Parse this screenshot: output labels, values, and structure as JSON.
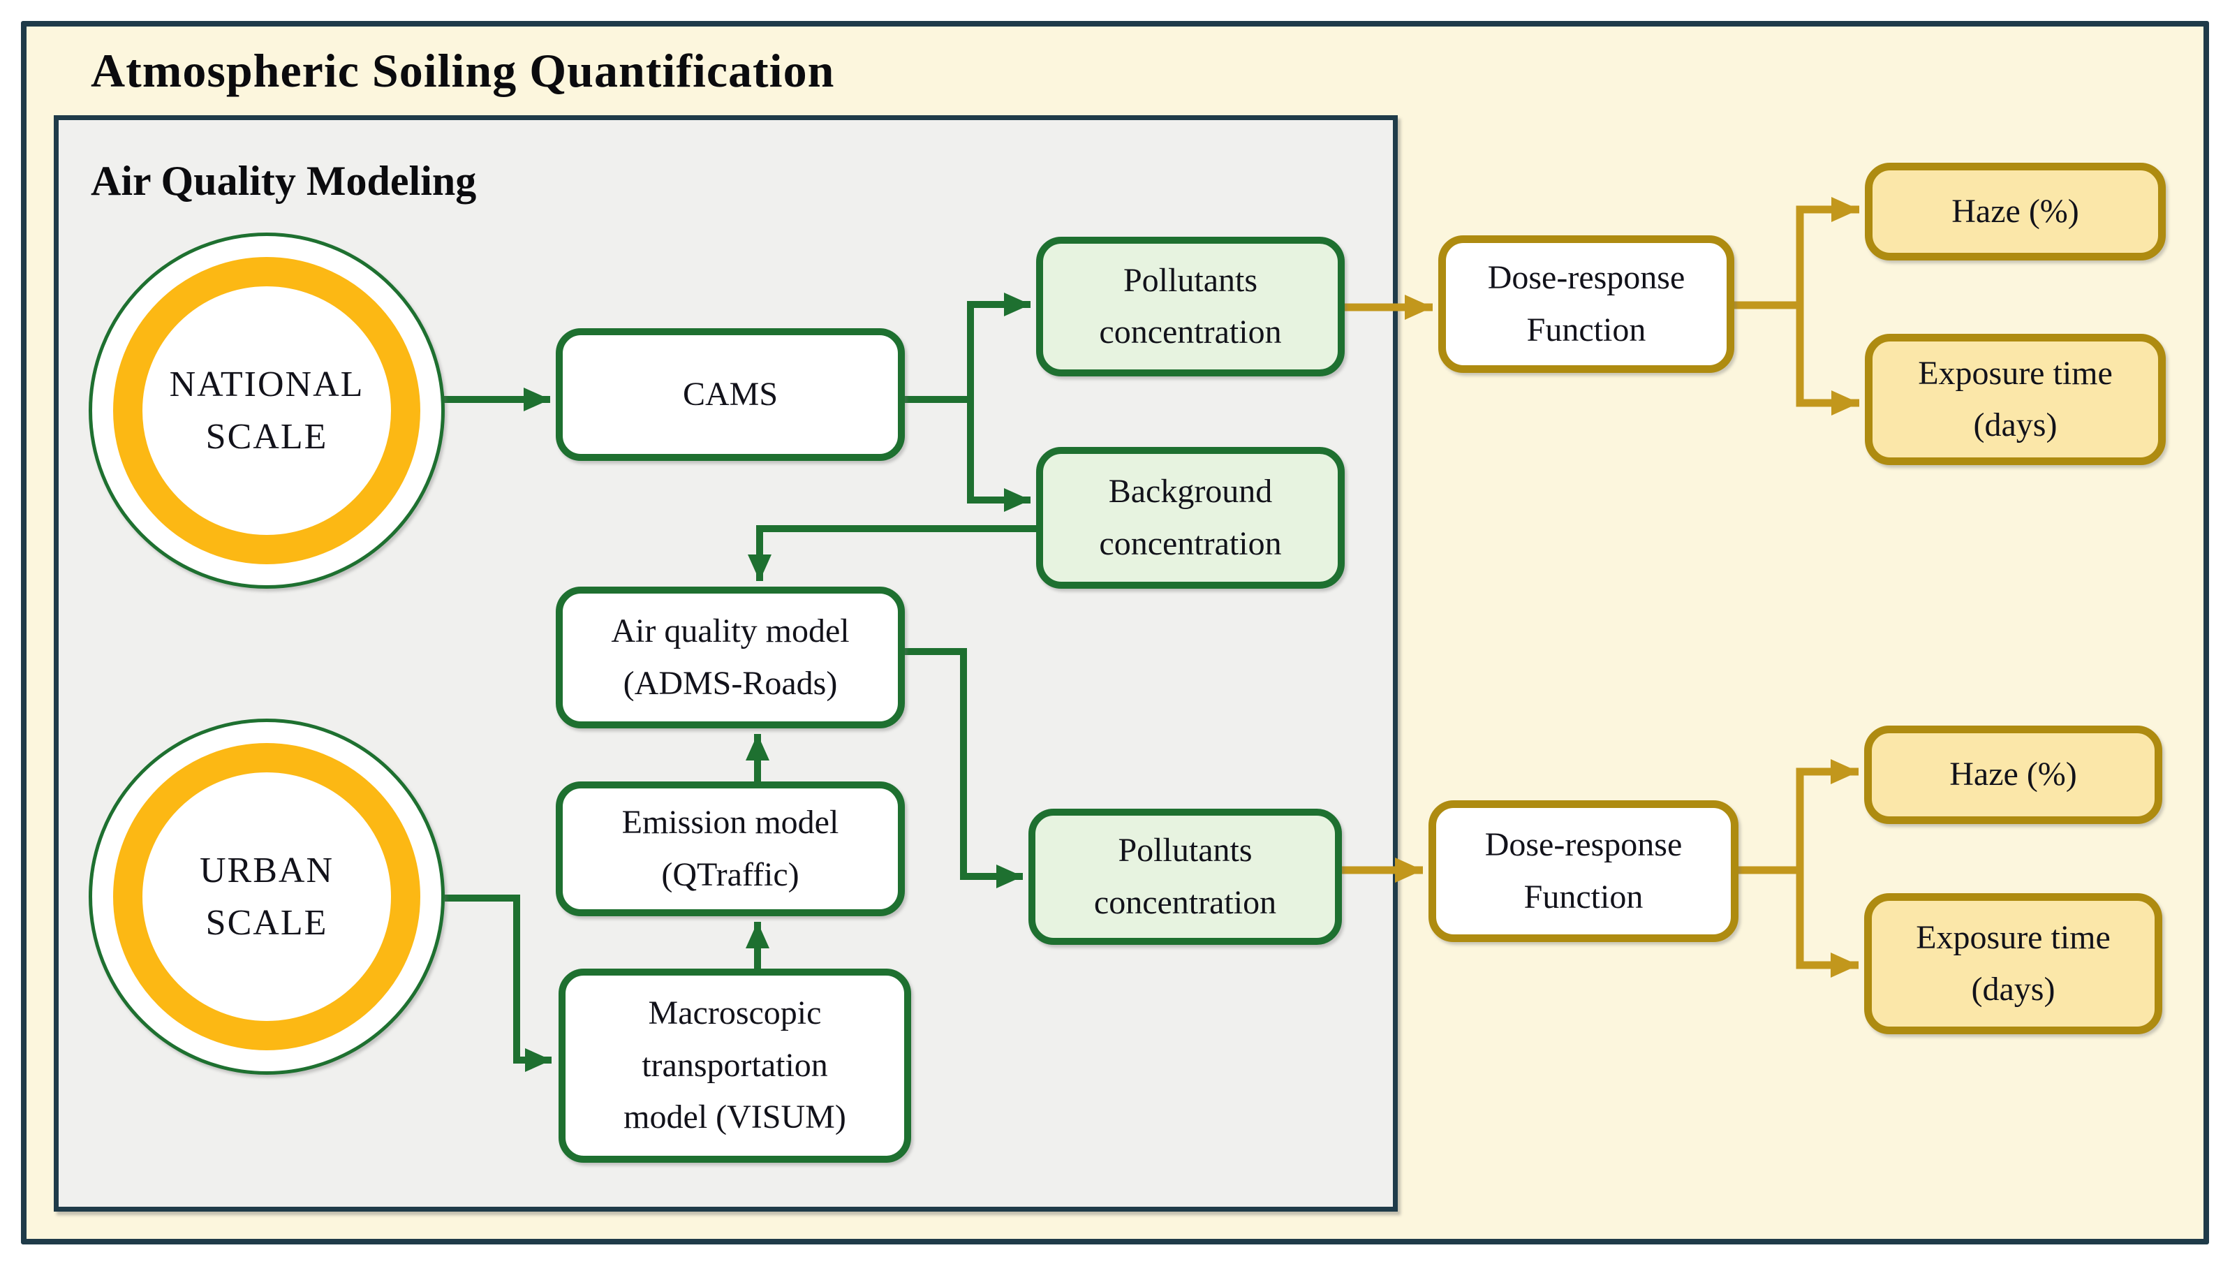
{
  "title": "Atmospheric Soiling Quantification",
  "inner_panel": {
    "title": "Air Quality Modeling"
  },
  "nodes": {
    "national": {
      "line1": "NATIONAL",
      "line2": "SCALE"
    },
    "urban": {
      "line1": "URBAN",
      "line2": "SCALE"
    },
    "cams": {
      "label": "CAMS"
    },
    "pollutants_national": {
      "line1": "Pollutants",
      "line2": "concentration"
    },
    "background": {
      "line1": "Background",
      "line2": "concentration"
    },
    "aqm": {
      "line1": "Air quality model",
      "line2": "(ADMS-Roads)"
    },
    "emission": {
      "line1": "Emission model",
      "line2": "(QTraffic)"
    },
    "macro": {
      "line1": "Macroscopic",
      "line2": "transportation",
      "line3": "model (VISUM)"
    },
    "pollutants_urban": {
      "line1": "Pollutants",
      "line2": "concentration"
    },
    "dose_national": {
      "line1": "Dose-response",
      "line2": "Function"
    },
    "dose_urban": {
      "line1": "Dose-response",
      "line2": "Function"
    },
    "haze_national": {
      "label": "Haze (%)"
    },
    "exposure_national": {
      "line1": "Exposure time",
      "line2": "(days)"
    },
    "haze_urban": {
      "label": "Haze (%)"
    },
    "exposure_urban": {
      "line1": "Exposure time",
      "line2": "(days)"
    }
  },
  "colors": {
    "outline_navy": "#1F3B49",
    "cream_background": "#FCF6DD",
    "gray_panel": "#F0F0EE",
    "green_stroke": "#1E7030",
    "green_fill": "#E7F3E0",
    "gold_stroke": "#AE8B10",
    "gold_fill": "#FBE7A9",
    "gold_arrow": "#C2971C",
    "yellow_ring": "#FCB814"
  }
}
